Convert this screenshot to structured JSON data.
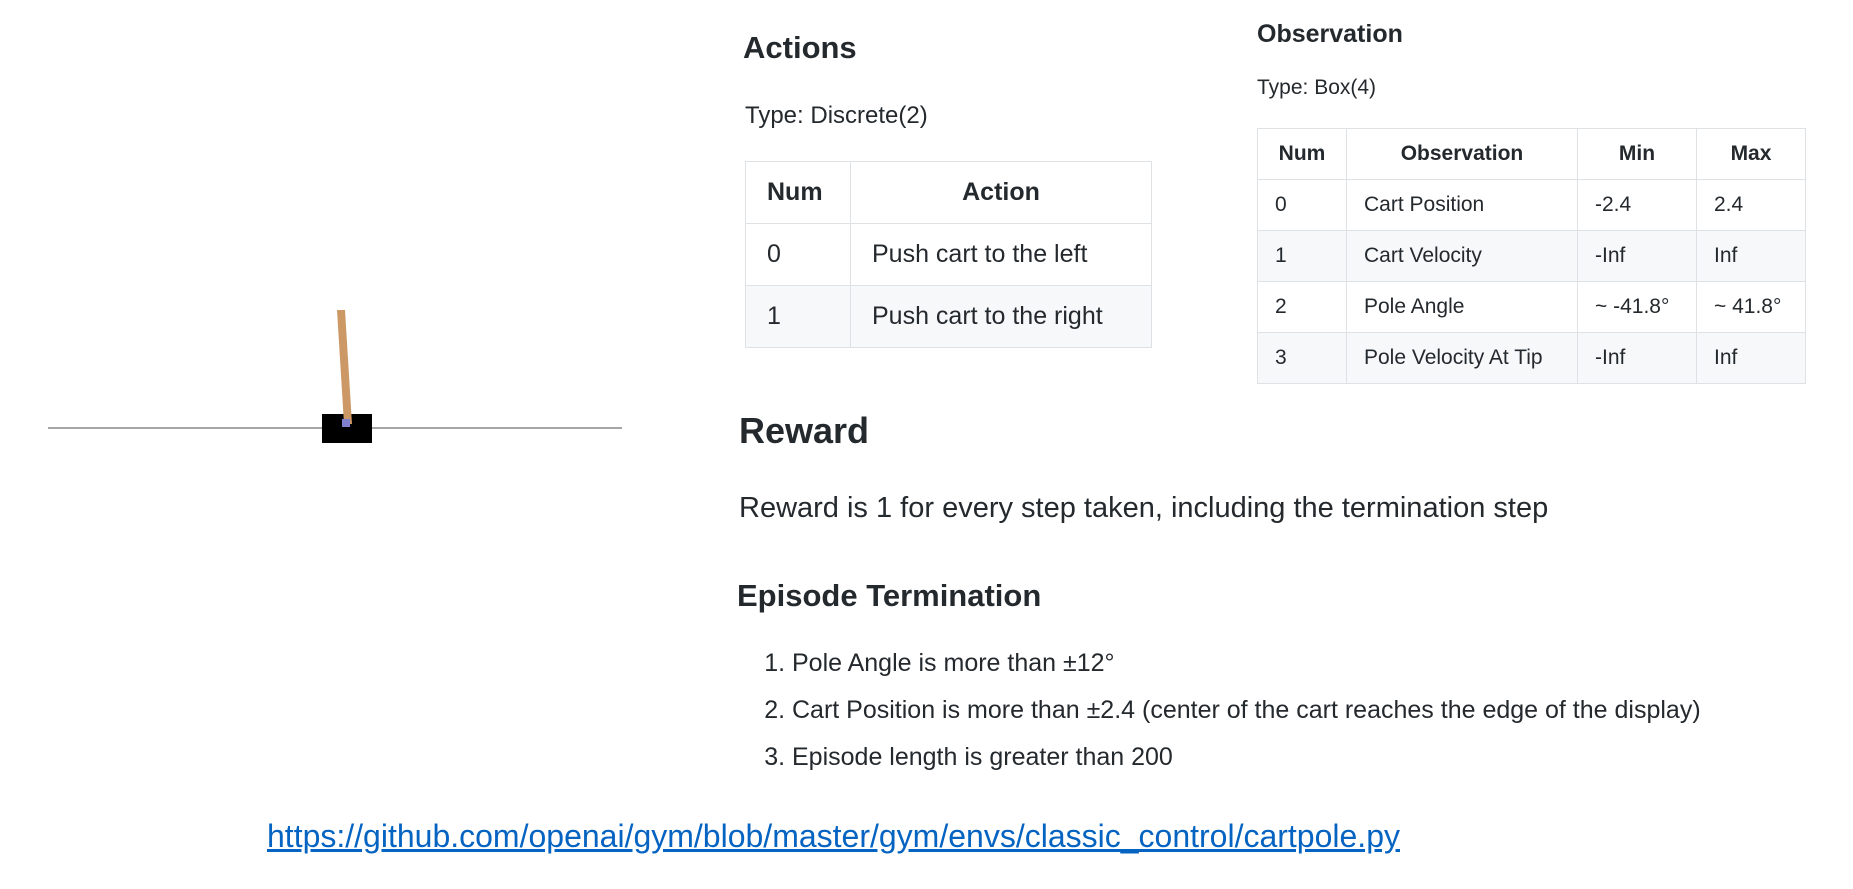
{
  "actions": {
    "title": "Actions",
    "type_line": "Type: Discrete(2)",
    "headers": [
      "Num",
      "Action"
    ],
    "rows": [
      [
        "0",
        "Push cart to the left"
      ],
      [
        "1",
        "Push cart to the right"
      ]
    ]
  },
  "observation": {
    "title": "Observation",
    "type_line": "Type: Box(4)",
    "headers": [
      "Num",
      "Observation",
      "Min",
      "Max"
    ],
    "rows": [
      [
        "0",
        "Cart Position",
        "-2.4",
        "2.4"
      ],
      [
        "1",
        "Cart Velocity",
        "-Inf",
        "Inf"
      ],
      [
        "2",
        "Pole Angle",
        "~ -41.8°",
        "~ 41.8°"
      ],
      [
        "3",
        "Pole Velocity At Tip",
        "-Inf",
        "Inf"
      ]
    ]
  },
  "reward": {
    "title": "Reward",
    "text": "Reward is 1 for every step taken, including the termination step"
  },
  "termination": {
    "title": "Episode Termination",
    "items": [
      "Pole Angle is more than ±12°",
      "Cart Position is more than ±2.4 (center of the cart reaches the edge of the display)",
      "Episode length is greater than 200"
    ]
  },
  "link": {
    "text": "https://github.com/openai/gym/blob/master/gym/envs/classic_control/cartpole.py"
  },
  "colors": {
    "pole": "#cc9966",
    "cart": "#000000",
    "axle": "#8080cc",
    "track": "#888888",
    "link": "#0563c1"
  }
}
